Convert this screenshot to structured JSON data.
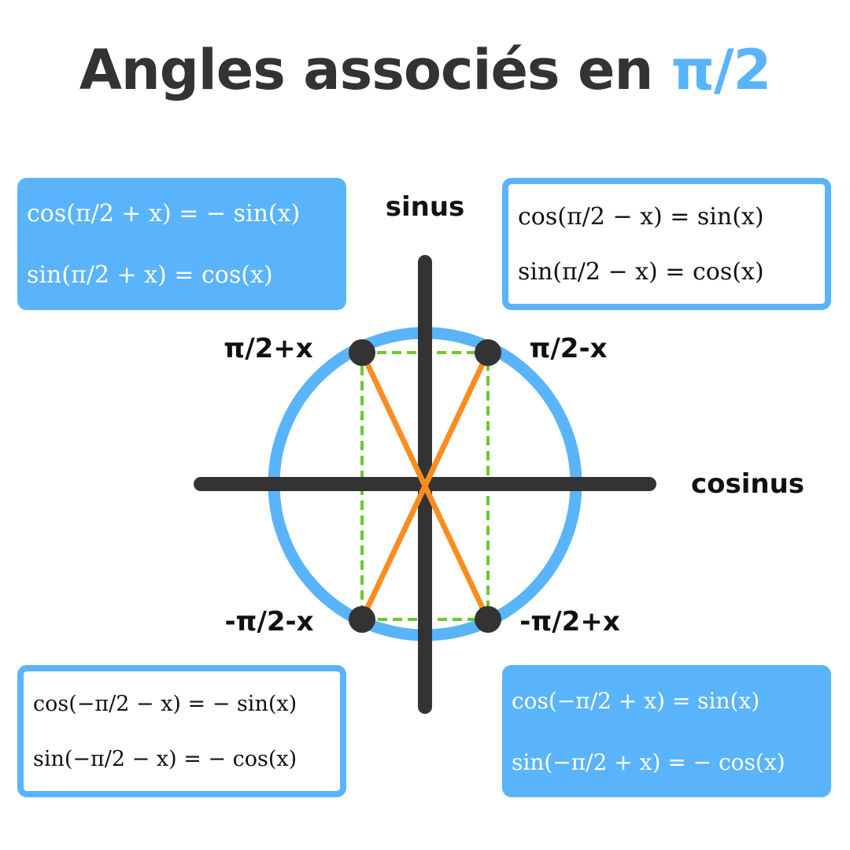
{
  "title": {
    "main": "Angles associés en ",
    "accent": "π/2"
  },
  "axes": {
    "sin_label": "sinus",
    "cos_label": "cosinus"
  },
  "points": [
    {
      "label": "π/2+x"
    },
    {
      "label": "π/2-x"
    },
    {
      "label": "-π/2-x"
    },
    {
      "label": "-π/2+x"
    }
  ],
  "formulas": {
    "top_left": [
      "cos(π/2 + x) = − sin(x)",
      "sin(π/2 + x) = cos(x)"
    ],
    "top_right": [
      "cos(π/2 − x) = sin(x)",
      "sin(π/2 − x) = cos(x)"
    ],
    "bottom_left": [
      "cos(−π/2 − x) = − sin(x)",
      "sin(−π/2 − x) = − cos(x)"
    ],
    "bottom_right": [
      "cos(−π/2 + x) = sin(x)",
      "sin(−π/2 + x) = − cos(x)"
    ]
  },
  "colors": {
    "accent": "#5ab4fc",
    "axis": "#333333",
    "orange": "#fb8c1e",
    "green": "#6cc82e"
  }
}
